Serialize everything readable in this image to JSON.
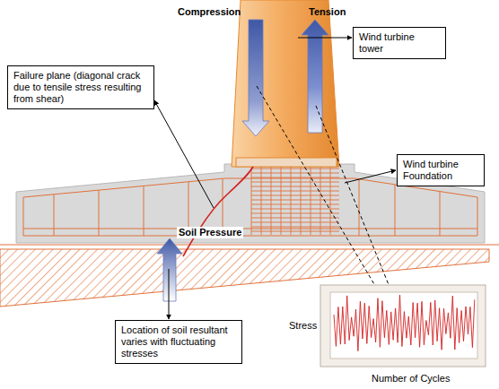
{
  "diagram": {
    "nodes": [
      {
        "text": [
          "Wind turbine tower"
        ]
      },
      {
        "text": [
          "Failure plane  (diagonal crack due to tensile stress resulting from shear)"
        ]
      },
      {
        "text": [
          "Wind turbine Foundation"
        ]
      },
      {
        "text": [
          "Location of soil resultant varies with fluctuating stresses"
        ]
      }
    ],
    "labels": [
      "Compression",
      "Tension",
      "Soil Pressure",
      "Stress",
      "Number of Cycles"
    ]
  }
}
